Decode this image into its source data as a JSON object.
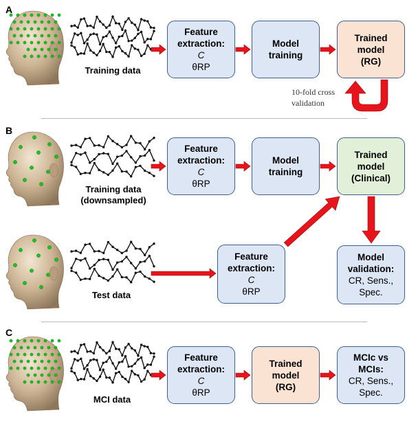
{
  "panels": {
    "a": {
      "letter": "A",
      "caption": "Training data",
      "box1": {
        "title1": "Feature",
        "title2": "extraction:",
        "line1": "C",
        "line2": "θRP"
      },
      "box2": {
        "title1": "Model",
        "title2": "training"
      },
      "box3": {
        "title1": "Trained",
        "title2": "model",
        "title3": "(RG)"
      },
      "note1": "10-fold cross",
      "note2": "validation"
    },
    "b": {
      "letter": "B",
      "caption1": "Training data",
      "caption2": "(downsampled)",
      "caption_test": "Test data",
      "box1": {
        "title1": "Feature",
        "title2": "extraction:",
        "line1": "C",
        "line2": "θRP"
      },
      "box2": {
        "title1": "Model",
        "title2": "training"
      },
      "box3": {
        "title1": "Trained",
        "title2": "model",
        "title3": "(Clinical)"
      },
      "box4": {
        "title1": "Feature",
        "title2": "extraction:",
        "line1": "C",
        "line2": "θRP"
      },
      "box5": {
        "title1": "Model",
        "title2": "validation:",
        "line1": "CR, Sens.,",
        "line2": "Spec."
      }
    },
    "c": {
      "letter": "C",
      "caption": "MCI data",
      "box1": {
        "title1": "Feature",
        "title2": "extraction:",
        "line1": "C",
        "line2": "θRP"
      },
      "box2": {
        "title1": "Trained",
        "title2": "model",
        "title3": "(RG)"
      },
      "box3": {
        "title1": "MCIc vs",
        "title2": "MCIs:",
        "line1": "CR, Sens.,",
        "line2": "Spec."
      }
    }
  },
  "colors": {
    "box_blue": "#dce6f5",
    "box_peach": "#fbe3d4",
    "box_green": "#e3f0d9",
    "box_border": "#3f5f8a",
    "arrow_red": "#e8141b",
    "electrode_green": "#19c41f",
    "head_tan": "#c8b08f"
  },
  "icons": [
    "head-with-electrodes-icon",
    "eeg-signal-traces-icon",
    "right-arrow-icon",
    "curved-arrow-icon"
  ]
}
